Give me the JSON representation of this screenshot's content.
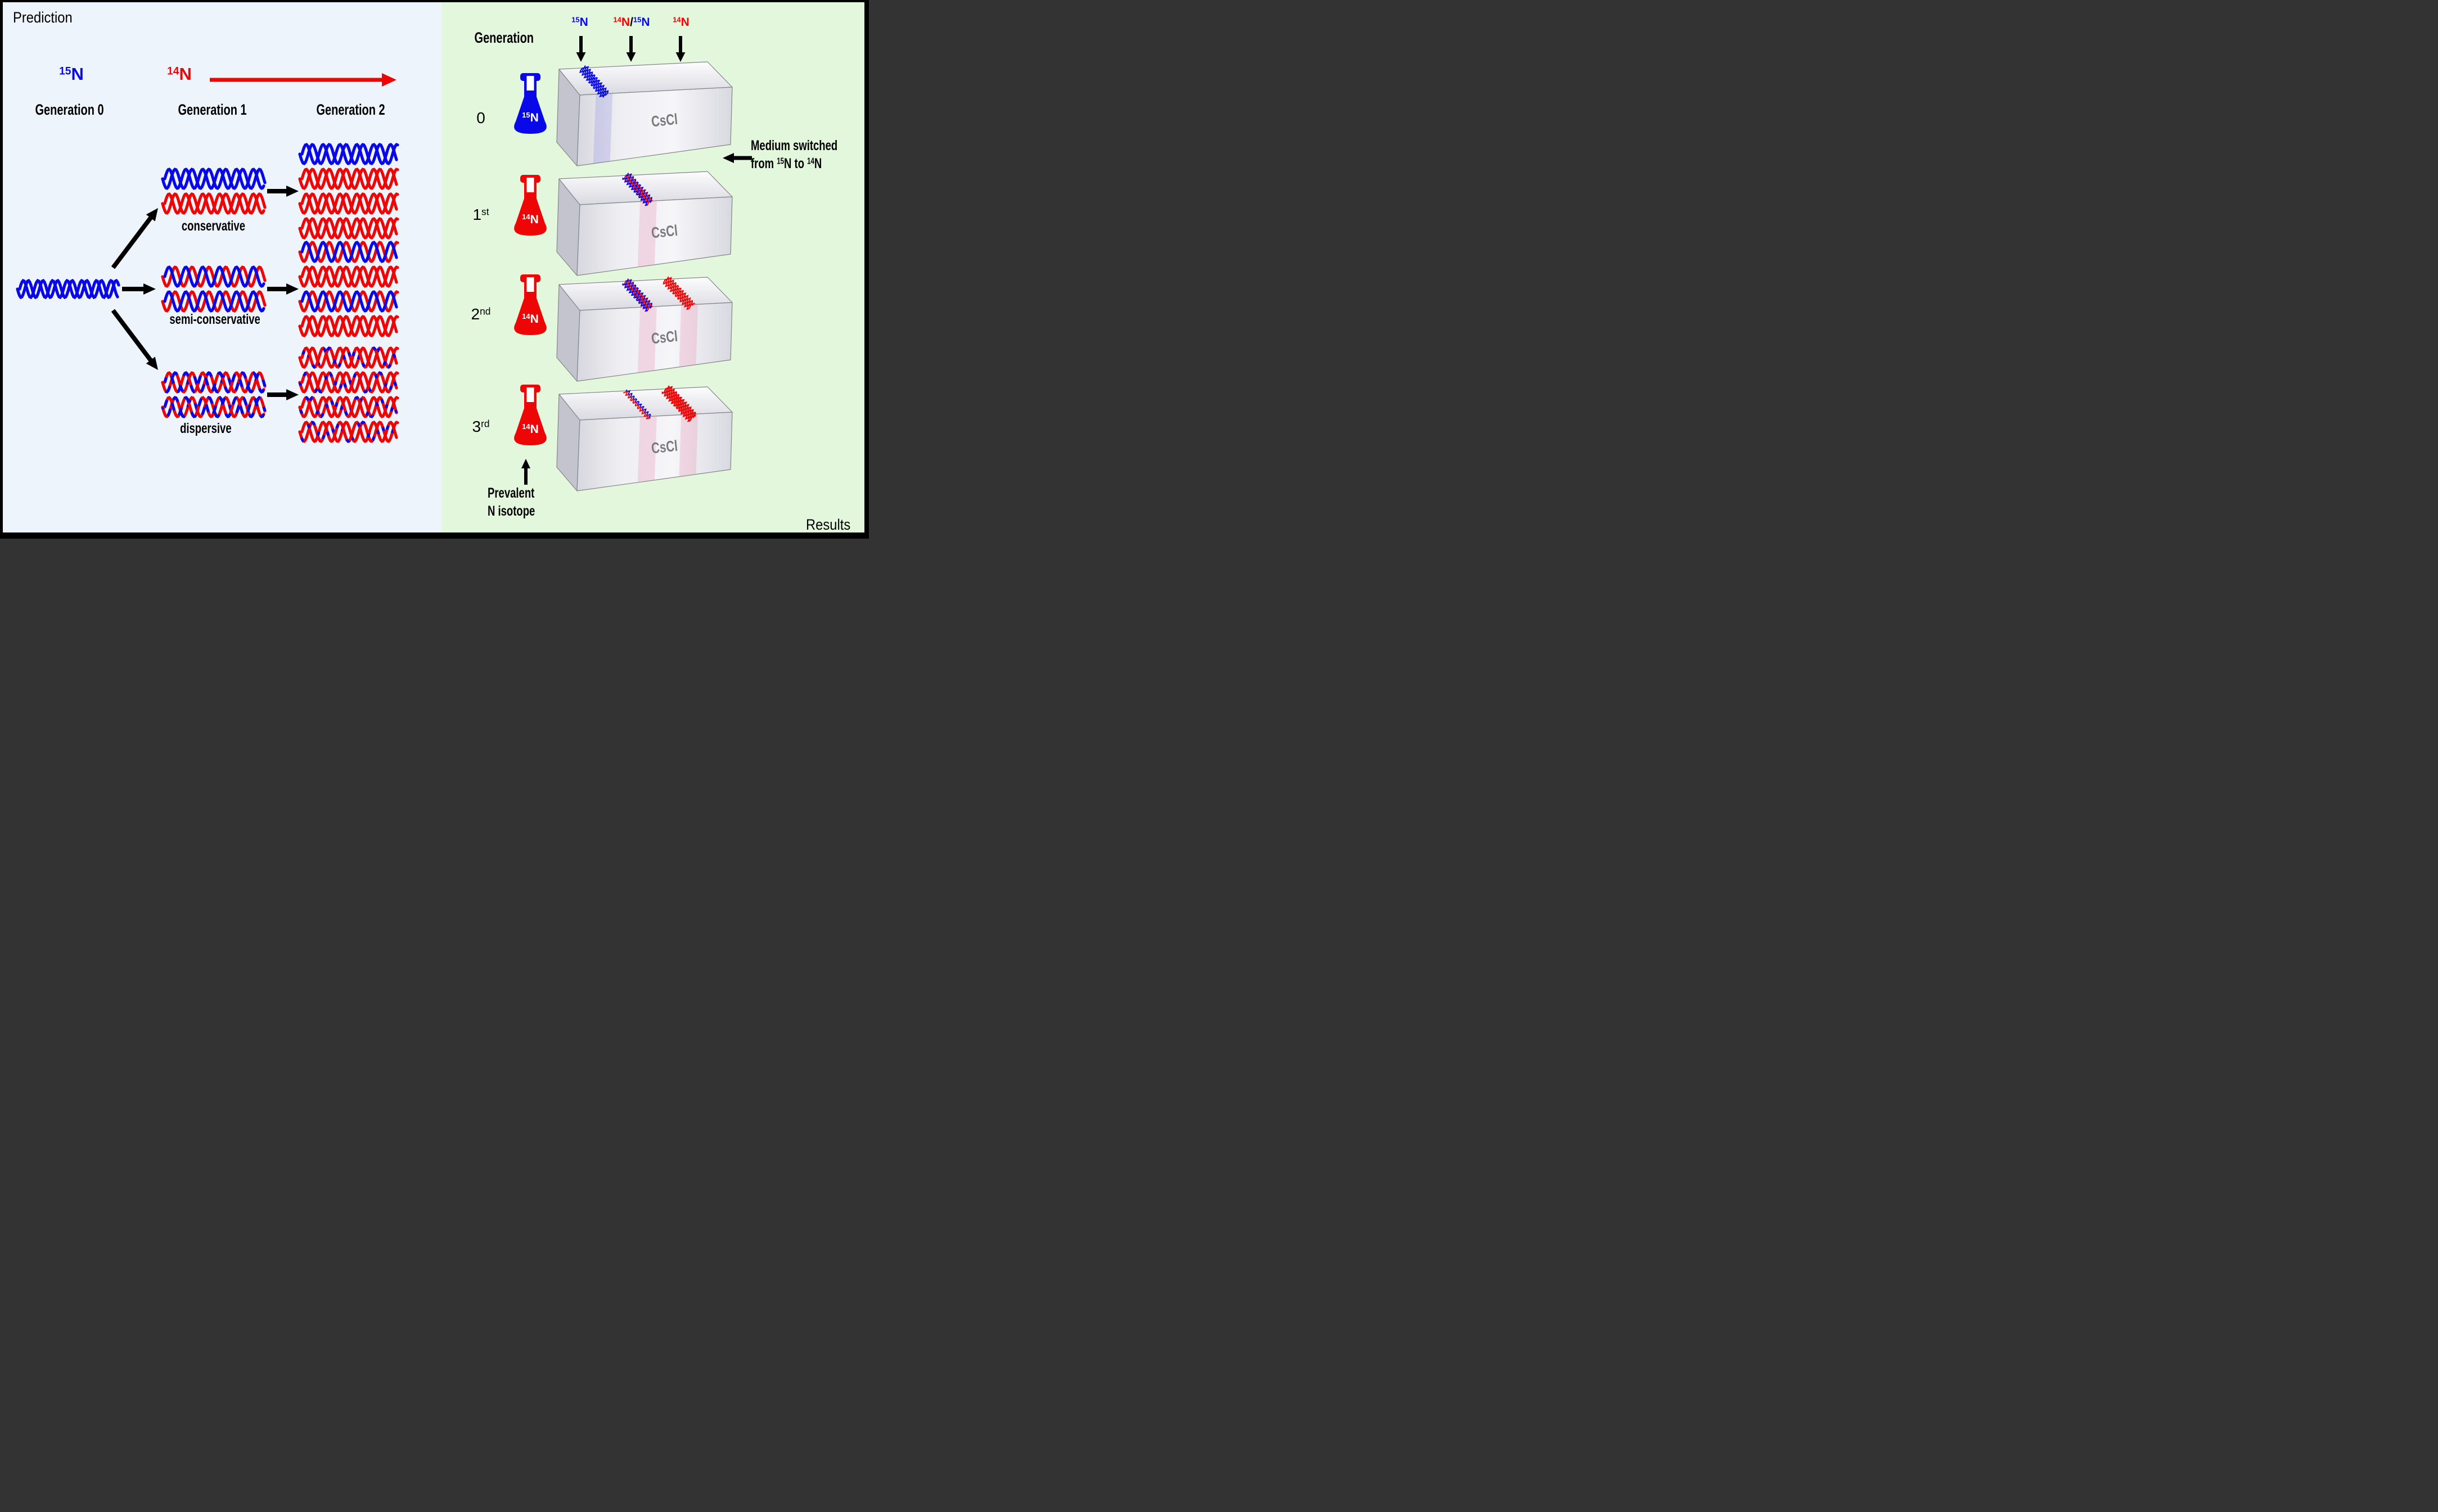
{
  "colors": {
    "blue": "#0808e8",
    "red": "#ee0606",
    "left_bg": "#eef4fb",
    "right_bg": "#e3f7dd",
    "box_label": "#7a7a7a"
  },
  "left_panel": {
    "title": "Prediction",
    "isotope_blue": {
      "sup": "15",
      "base": "N"
    },
    "isotope_red": {
      "sup": "14",
      "base": "N"
    },
    "generation_labels": [
      "Generation 0",
      "Generation 1",
      "Generation 2"
    ],
    "model_labels": {
      "conservative": "conservative",
      "semi": "semi-conservative",
      "dispersive": "dispersive"
    },
    "dna_groups": [
      {
        "name": "parent-gen0",
        "helices": [
          "BB"
        ]
      },
      {
        "name": "conservative-gen1",
        "helices": [
          "BB",
          "RR"
        ]
      },
      {
        "name": "conservative-gen2",
        "helices": [
          "BB",
          "RR",
          "RR",
          "RR"
        ]
      },
      {
        "name": "semi-conservative-gen1",
        "helices": [
          "BR",
          "BR"
        ]
      },
      {
        "name": "semi-conservative-gen2",
        "helices": [
          "BR",
          "RR",
          "BR",
          "RR"
        ]
      },
      {
        "name": "dispersive-gen1",
        "helices": [
          "MM",
          "MM"
        ]
      },
      {
        "name": "dispersive-gen2",
        "helices": [
          "LL",
          "LL",
          "LL",
          "LL"
        ]
      }
    ]
  },
  "right_panel": {
    "title": "Results",
    "header": "Generation",
    "columns": [
      {
        "label": [
          {
            "sup": "15",
            "base": "N",
            "color": "blue"
          }
        ]
      },
      {
        "label": [
          {
            "sup": "14",
            "base": "N",
            "color": "red"
          },
          {
            "plain": "/"
          },
          {
            "sup": "15",
            "base": "N",
            "color": "blue"
          }
        ]
      },
      {
        "label": [
          {
            "sup": "14",
            "base": "N",
            "color": "red"
          }
        ]
      }
    ],
    "rows": [
      {
        "generation": "0",
        "suffix": "",
        "flask": {
          "sup": "15",
          "base": "N",
          "color": "blue"
        },
        "gel_label": "CsCl",
        "bands": [
          {
            "pos": 0.16,
            "style": "blue"
          }
        ]
      },
      {
        "generation": "1",
        "suffix": "st",
        "flask": {
          "sup": "14",
          "base": "N",
          "color": "red"
        },
        "gel_label": "CsCl",
        "bands": [
          {
            "pos": 0.45,
            "style": "hybrid"
          }
        ]
      },
      {
        "generation": "2",
        "suffix": "nd",
        "flask": {
          "sup": "14",
          "base": "N",
          "color": "red"
        },
        "gel_label": "CsCl",
        "bands": [
          {
            "pos": 0.45,
            "style": "hybrid"
          },
          {
            "pos": 0.72,
            "style": "red"
          }
        ]
      },
      {
        "generation": "3",
        "suffix": "rd",
        "flask": {
          "sup": "14",
          "base": "N",
          "color": "red"
        },
        "gel_label": "CsCl",
        "bands": [
          {
            "pos": 0.45,
            "style": "hybrid-thin"
          },
          {
            "pos": 0.72,
            "style": "red-thick"
          }
        ]
      }
    ],
    "medium_note": {
      "line1": "Medium switched",
      "from": "from",
      "sup1": "15",
      "n1": "N",
      "to": "to",
      "sup2": "14",
      "n2": "N"
    },
    "prevalent_note": {
      "line1": "Prevalent",
      "line2": "N isotope"
    }
  }
}
